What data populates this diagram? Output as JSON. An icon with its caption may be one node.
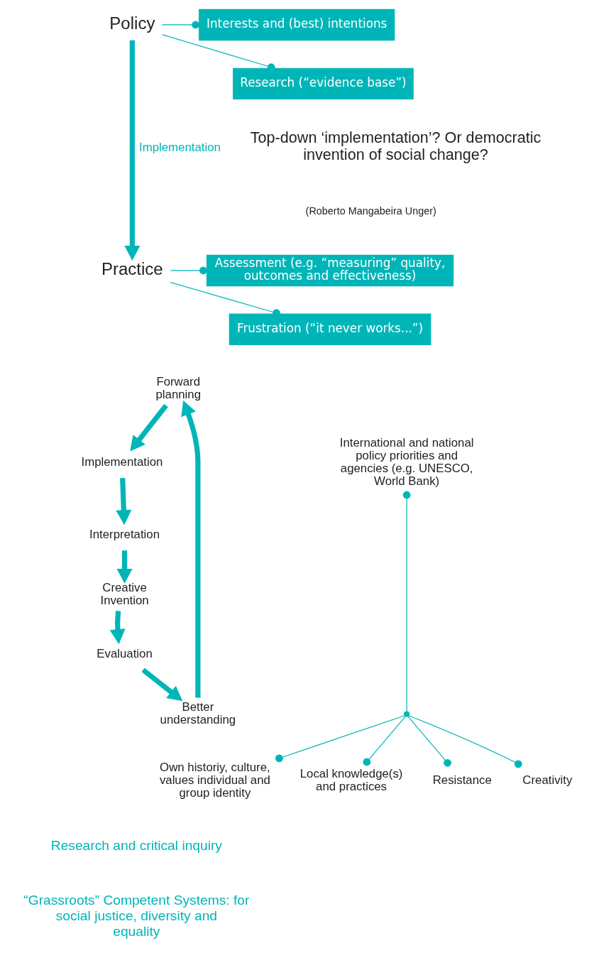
{
  "diagram": {
    "nodes": [
      {
        "text": [
          "Policy"
        ]
      },
      {
        "text": [
          "Interests and (best) intentions"
        ]
      },
      {
        "text": [
          "Research (“evidence base”)"
        ]
      },
      {
        "text": [
          "Practice"
        ]
      },
      {
        "text": [
          "Assessment (e.g. “measuring” quality, outcomes and effectiveness)"
        ]
      },
      {
        "text": [
          "Frustration (“it never works...”)"
        ]
      },
      {
        "text": [
          "Forward planning"
        ]
      },
      {
        "text": [
          "Implementation"
        ]
      },
      {
        "text": [
          "Interpretation"
        ]
      },
      {
        "text": [
          "Creative Invention"
        ]
      },
      {
        "text": [
          "Evaluation"
        ]
      },
      {
        "text": [
          "Better understanding"
        ]
      },
      {
        "text": [],
        "shape": "point"
      },
      {
        "text": [
          "International and national policy priorities and agencies (e.g. UNESCO, World Bank)"
        ]
      },
      {
        "text": [
          "Own historiy, culture, values individual and group identity"
        ]
      },
      {
        "text": [
          "Local knowledge(s) and practices"
        ]
      },
      {
        "text": [
          "Resistance"
        ]
      },
      {
        "text": [
          "Creativity"
        ]
      }
    ],
    "edges": [
      {
        "from": 0,
        "to": 1,
        "arrow": "other"
      },
      {
        "from": 0,
        "to": 2,
        "arrow": "other"
      },
      {
        "from": 0,
        "to": 3,
        "arrow": "to",
        "label": "Implementation",
        "style": "thick"
      },
      {
        "from": 3,
        "to": 4,
        "arrow": "other"
      },
      {
        "from": 3,
        "to": 5,
        "arrow": "other"
      },
      {
        "from": 6,
        "to": 7,
        "arrow": "to",
        "style": "thick"
      },
      {
        "from": 7,
        "to": 8,
        "arrow": "to",
        "style": "thick"
      },
      {
        "from": 8,
        "to": 9,
        "arrow": "to",
        "style": "thick"
      },
      {
        "from": 9,
        "to": 10,
        "arrow": "to",
        "style": "thick"
      },
      {
        "from": 10,
        "to": 11,
        "arrow": "to",
        "style": "thick"
      },
      {
        "from": 11,
        "to": 6,
        "arrow": "to",
        "style": "thick"
      },
      {
        "from": 12,
        "to": 13,
        "arrow": "other"
      },
      {
        "from": 12,
        "to": 14,
        "arrow": "other"
      },
      {
        "from": 12,
        "to": 15,
        "arrow": "other"
      },
      {
        "from": 12,
        "to": 16,
        "arrow": "other"
      },
      {
        "from": 12,
        "to": 17,
        "arrow": "other"
      }
    ],
    "labels": [
      "Top-down ‘implementation’? Or democratic invention of social change?",
      "(Roberto Mangabeira Unger)",
      "Research and critical inquiry",
      "“Grassroots” Competent Systems: for social justice, diversity and equality"
    ]
  }
}
